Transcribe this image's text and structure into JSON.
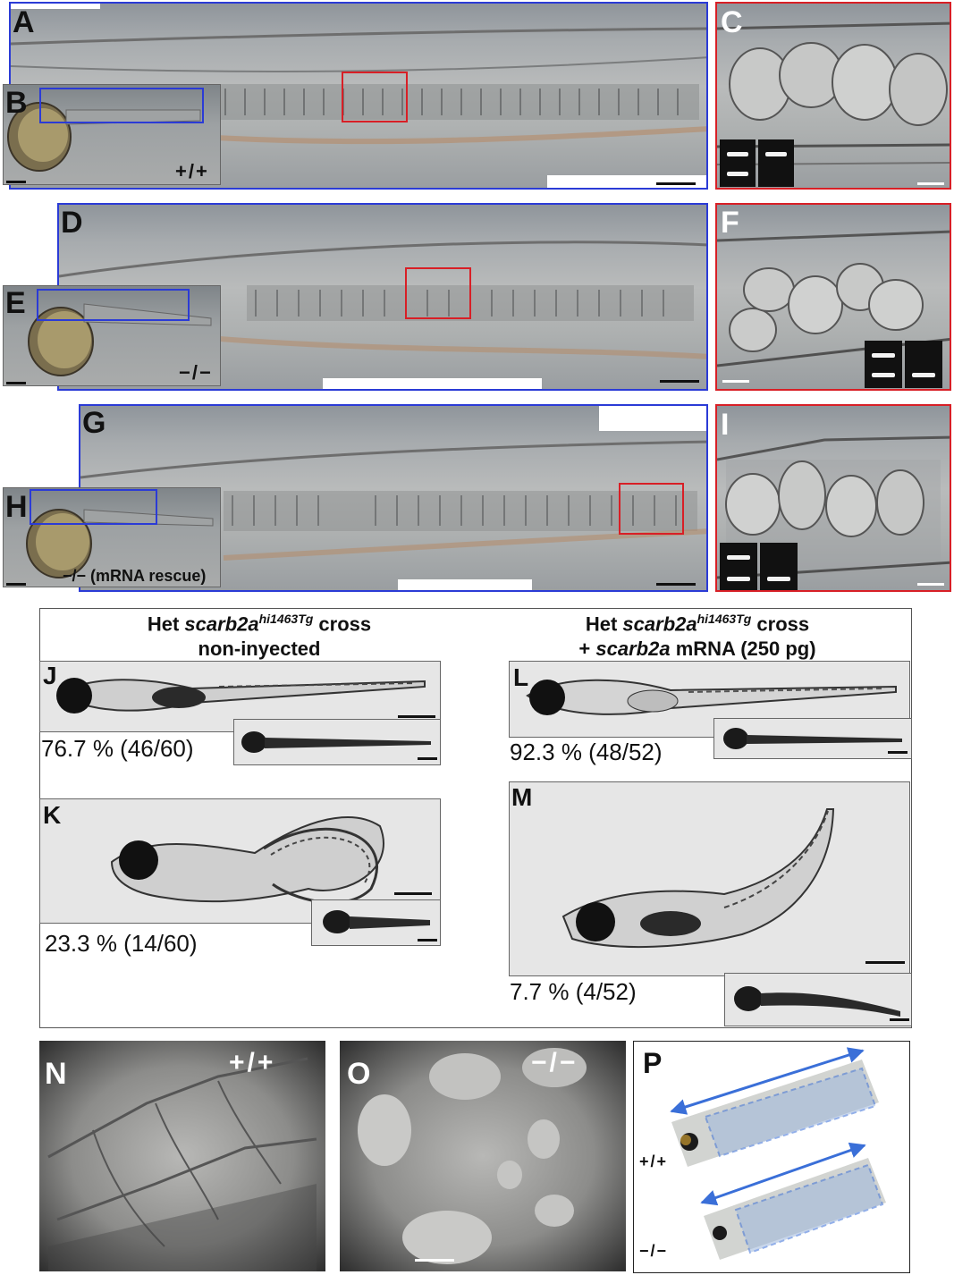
{
  "panels": {
    "A": "A",
    "B": "B",
    "C": "C",
    "D": "D",
    "E": "E",
    "F": "F",
    "G": "G",
    "H": "H",
    "I": "I",
    "J": "J",
    "K": "K",
    "L": "L",
    "M": "M",
    "N": "N",
    "O": "O",
    "P": "P"
  },
  "genotypes": {
    "B": "+/+",
    "E": "−/−",
    "H": "−/− (mRNA rescue)",
    "N": "+/+",
    "O": "−/−",
    "P_top": "+/+",
    "P_bottom": "−/−"
  },
  "cross": {
    "left_title_prefix": "Het ",
    "left_gene": "scarb2a",
    "left_allele": "hi1463Tg",
    "left_title_suffix": " cross",
    "left_subtitle": "non-inyected",
    "right_title_prefix": "Het ",
    "right_gene": "scarb2a",
    "right_allele": "hi1463Tg",
    "right_title_suffix": " cross",
    "right_sub_prefix": "+ ",
    "right_sub_gene": "scarb2a",
    "right_sub_suffix": " mRNA (250 pg)"
  },
  "percentages": {
    "J": "76.7 % (46/60)",
    "K": "23.3 % (14/60)",
    "L": "92.3 % (48/52)",
    "M": "7.7 % (4/52)"
  },
  "colors": {
    "blue_box": "#2b3bd6",
    "red_box": "#d81f26",
    "arrow": "#3a6fd8"
  }
}
